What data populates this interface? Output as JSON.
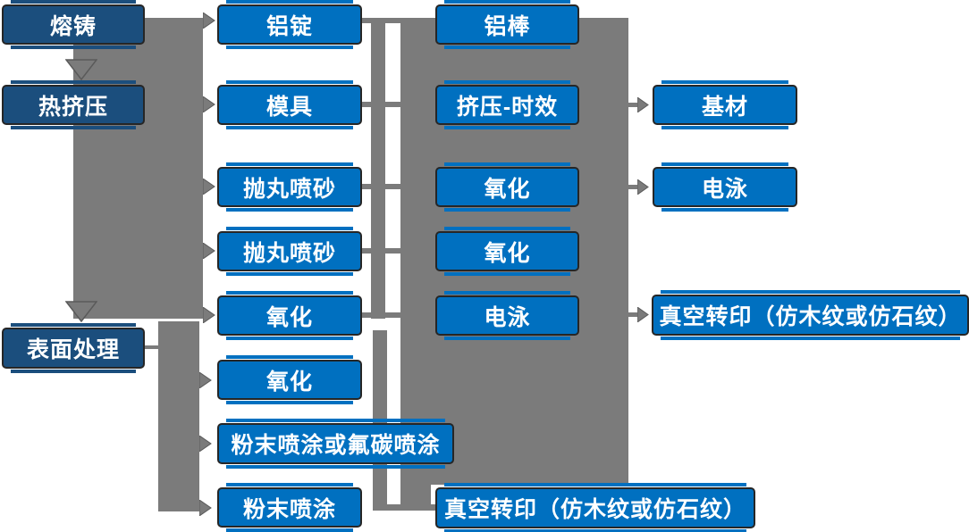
{
  "diagram": {
    "type": "process-flowchart",
    "language": "zh-CN",
    "colors": {
      "box_blue": "#0070C0",
      "box_navy": "#1B4E7D",
      "connector_gray": "#7B7B7B",
      "box_outline": "#262626",
      "text": "#FFFFFF"
    },
    "nodes": {
      "melt": "熔铸",
      "hot_extrusion": "热挤压",
      "surface_treatment": "表面处理",
      "aluminum_ingot": "铝锭",
      "mold": "模具",
      "shot_blast_1": "抛丸喷砂",
      "shot_blast_2": "抛丸喷砂",
      "oxidation_c2_1": "氧化",
      "oxidation_c2_2": "氧化",
      "powder_or_fluorocarbon": "粉末喷涂或氟碳喷涂",
      "powder_coating": "粉末喷涂",
      "aluminum_rod": "铝棒",
      "extrusion_aging": "挤压-时效",
      "oxidation_c3_1": "氧化",
      "oxidation_c3_2": "氧化",
      "electrophoresis_c3": "电泳",
      "vacuum_transfer_c3": "真空转印（仿木纹或仿石纹）",
      "base_material": "基材",
      "electrophoresis_c4": "电泳",
      "vacuum_transfer_c4": "真空转印（仿木纹或仿石纹）"
    }
  }
}
